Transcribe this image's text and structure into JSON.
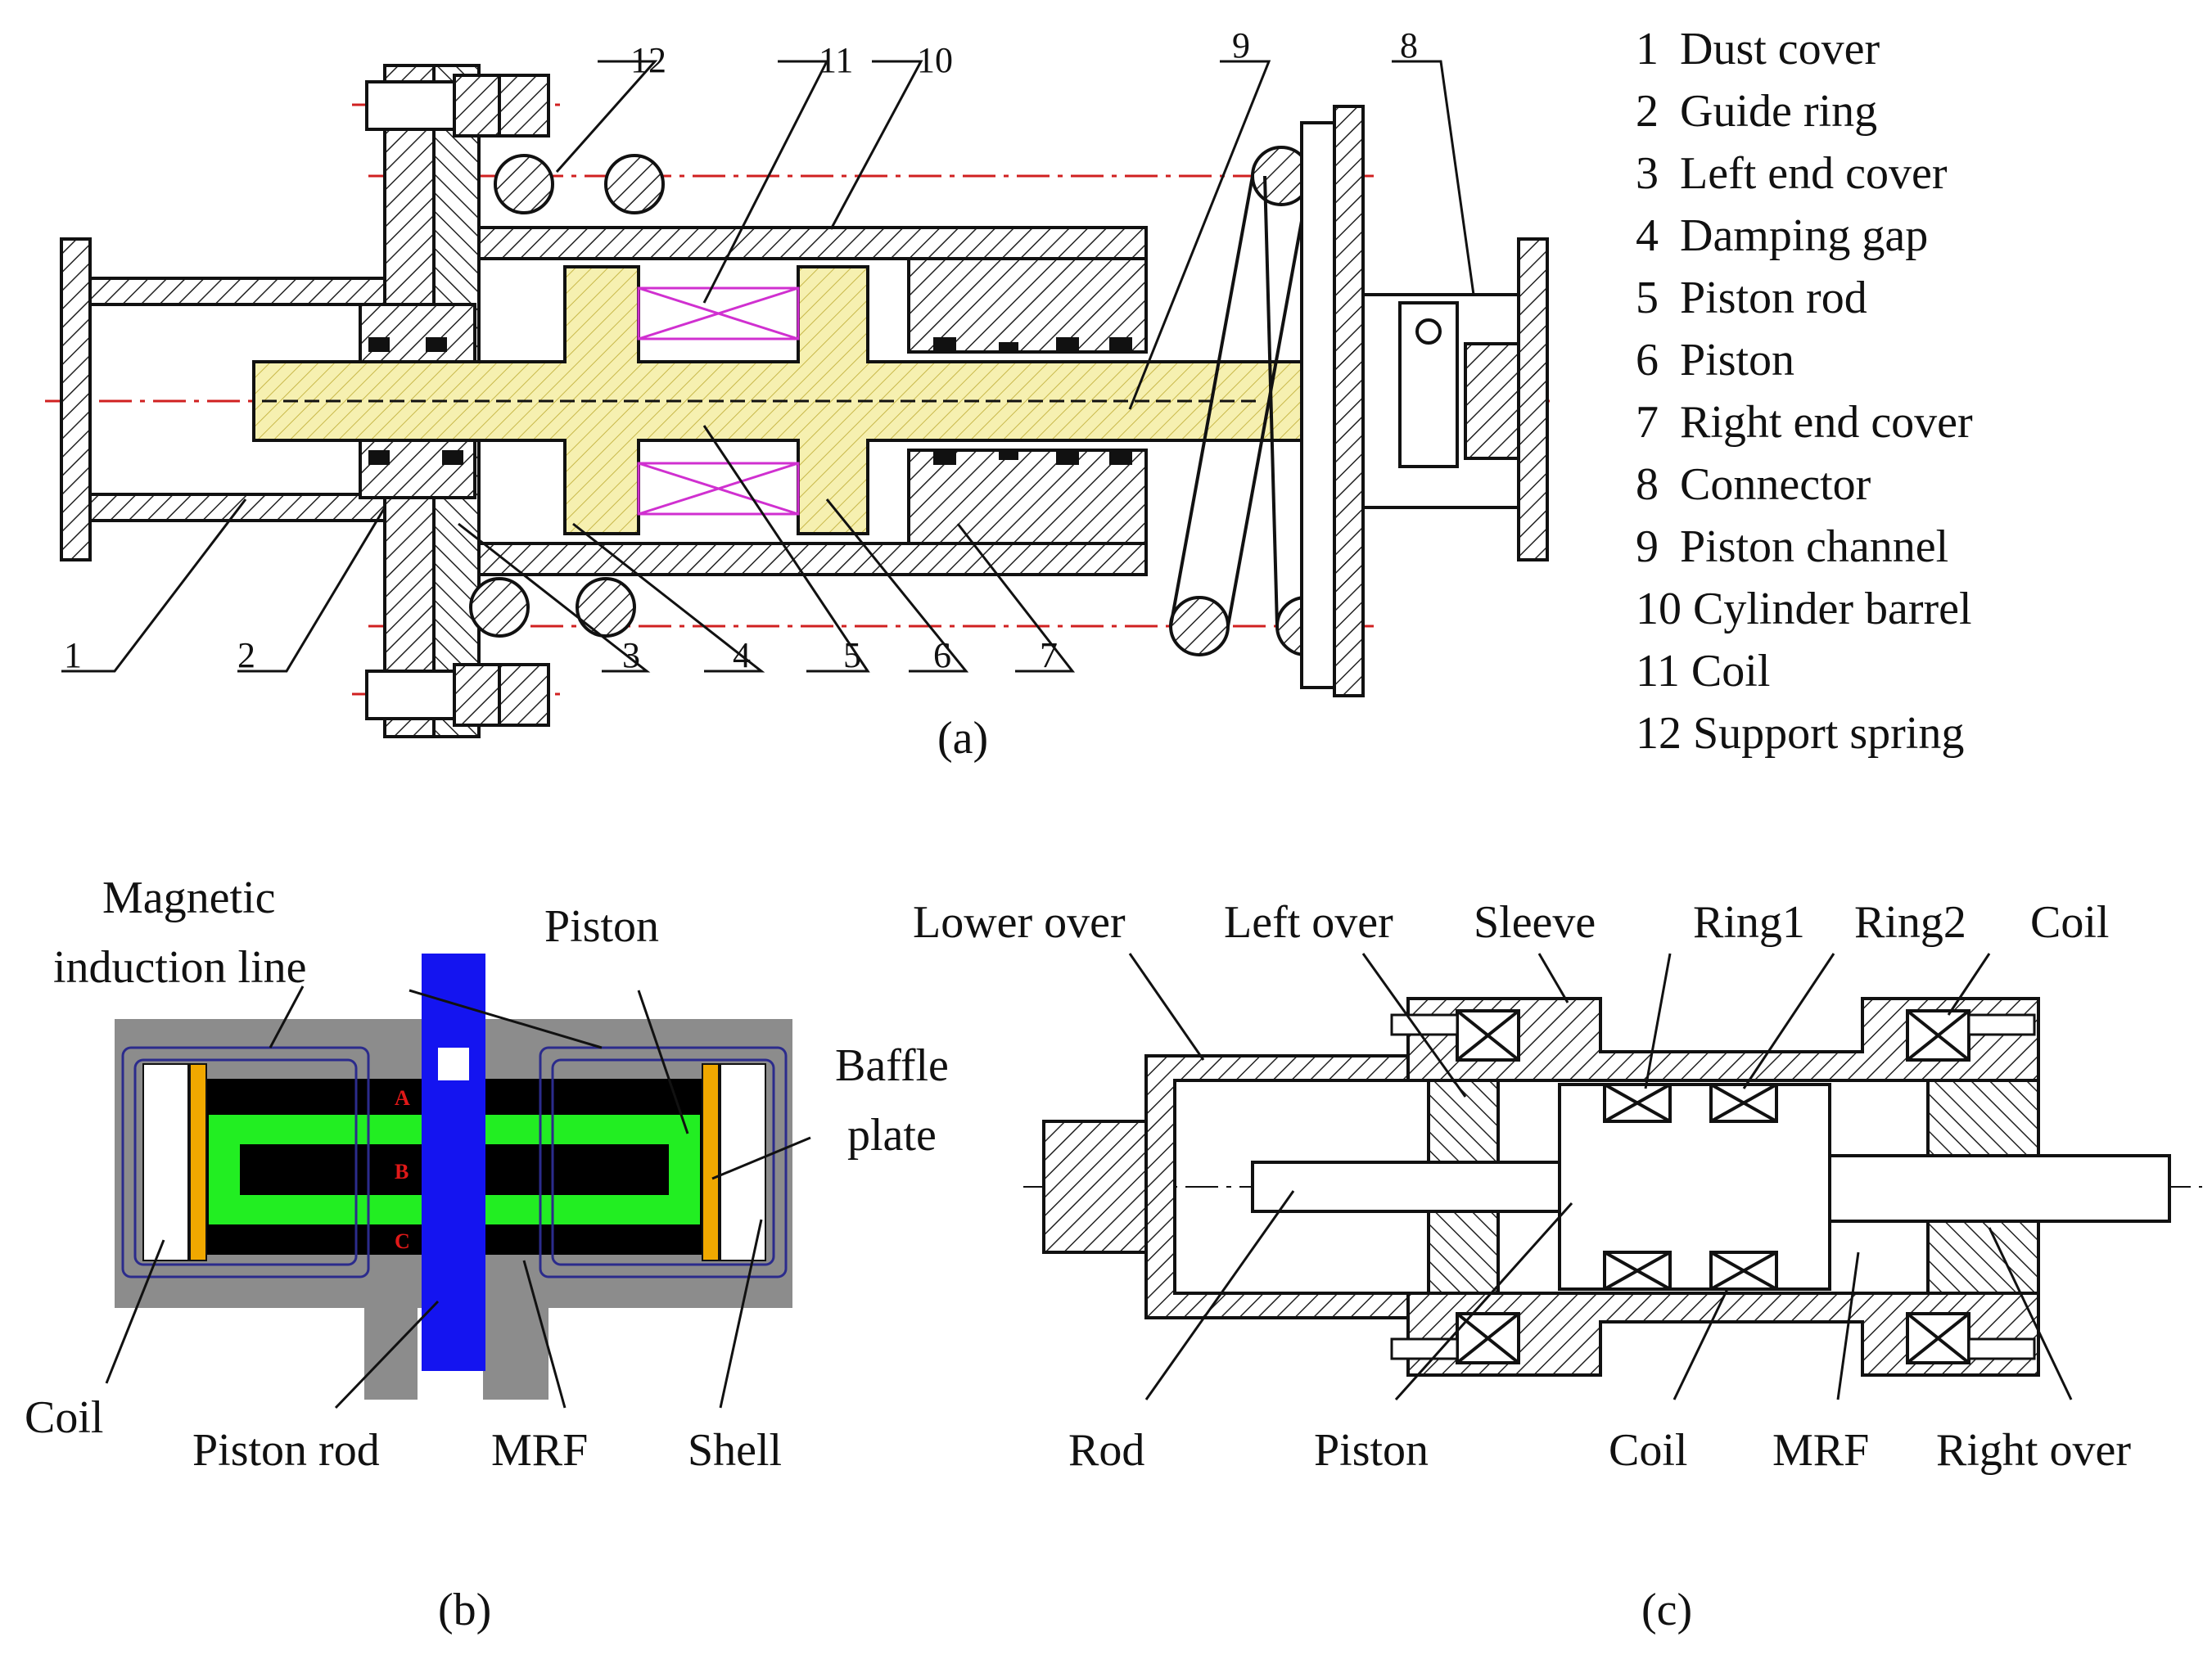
{
  "panel_a": {
    "caption": "(a)",
    "callout_numbers": [
      "1",
      "2",
      "3",
      "4",
      "5",
      "6",
      "7",
      "8",
      "9",
      "10",
      "11",
      "12"
    ],
    "legend": [
      {
        "num": "1",
        "label": "Dust cover"
      },
      {
        "num": "2",
        "label": "Guide ring"
      },
      {
        "num": "3",
        "label": "Left end cover"
      },
      {
        "num": "4",
        "label": "Damping gap"
      },
      {
        "num": "5",
        "label": "Piston rod"
      },
      {
        "num": "6",
        "label": "Piston"
      },
      {
        "num": "7",
        "label": "Right end cover"
      },
      {
        "num": "8",
        "label": "Connector"
      },
      {
        "num": "9",
        "label": "Piston channel"
      },
      {
        "num": "10",
        "label": "Cylinder barrel"
      },
      {
        "num": "11",
        "label": "Coil"
      },
      {
        "num": "12",
        "label": "Support spring"
      }
    ]
  },
  "panel_b": {
    "caption": "(b)",
    "labels": {
      "magnetic_line_1": "Magnetic",
      "magnetic_line_2": "induction line",
      "piston": "Piston",
      "baffle_1": "Baffle",
      "baffle_2": "plate",
      "coil": "Coil",
      "piston_rod": "Piston rod",
      "mrf": "MRF",
      "shell": "Shell",
      "gap_a": "A",
      "gap_b": "B",
      "gap_c": "C"
    },
    "colors": {
      "shell": "#8c8c8c",
      "mrf": "#000000",
      "piston": "#22ee22",
      "rod": "#1414f0",
      "baffle": "#f0a800",
      "field_lines": "#2b2b8c",
      "gap_letters": "#e01818"
    }
  },
  "panel_c": {
    "caption": "(c)",
    "labels": {
      "lower_over": "Lower over",
      "left_over": "Left over",
      "sleeve": "Sleeve",
      "ring1": "Ring1",
      "ring2": "Ring2",
      "coil_top": "Coil",
      "rod": "Rod",
      "piston": "Piston",
      "coil_bottom": "Coil",
      "mrf": "MRF",
      "right_over": "Right over"
    }
  },
  "colors": {
    "centerline": "#d02020",
    "coil_a": "#d030d0",
    "rod_fill": "#f6f0b0"
  }
}
